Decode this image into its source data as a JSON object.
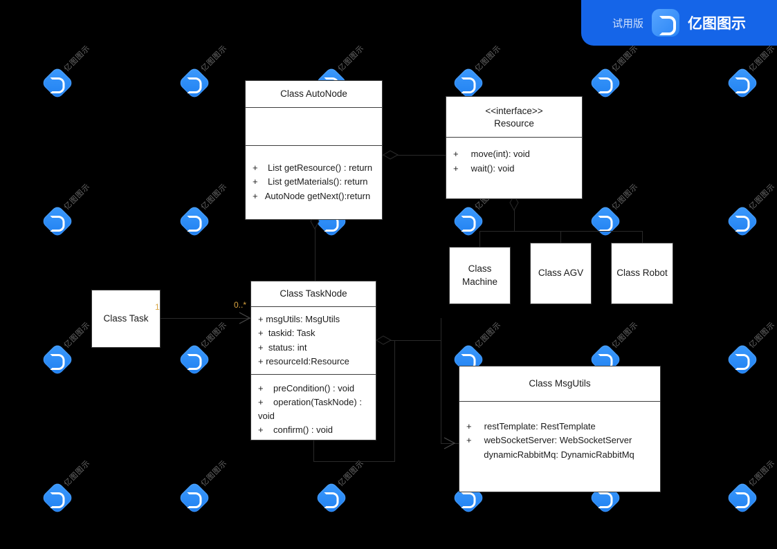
{
  "banner": {
    "trial_label": "试用版",
    "brand": "亿图图示",
    "logo_icon": "edraw-logo-icon",
    "color": "#1565e8"
  },
  "watermark": {
    "text": "亿图图示",
    "logo_icon": "edraw-watermark-icon"
  },
  "canvas": {
    "background": "#000000",
    "node_fill": "#ffffff",
    "line_color": "#2a2a2a"
  },
  "diagram": {
    "type": "uml-class-diagram",
    "nodes": [
      {
        "id": "autonode",
        "title": "Class AutoNode",
        "attributes": [],
        "methods": [
          "+    List getResource() : return",
          "+    List getMaterials(): return",
          "+   AutoNode getNext():return"
        ]
      },
      {
        "id": "resource",
        "stereotype": "<<interface>>",
        "title": "Resource",
        "methods": [
          "+     move(int): void",
          "+     wait(): void"
        ]
      },
      {
        "id": "machine",
        "title": "Class\nMachine"
      },
      {
        "id": "agv",
        "title": "Class AGV"
      },
      {
        "id": "robot",
        "title": "Class Robot"
      },
      {
        "id": "task",
        "title": "Class Task"
      },
      {
        "id": "tasknode",
        "title": "Class TaskNode",
        "attributes": [
          "+ msgUtils: MsgUtils",
          "+  taskid: Task",
          "+  status: int",
          "+ resourceId:Resource"
        ],
        "methods": [
          "+    preCondition() : void",
          "+    operation(TaskNode) :",
          "void",
          "+    confirm() : void"
        ]
      },
      {
        "id": "msgutils",
        "title": "Class MsgUtils",
        "attributes": [
          "+     restTemplate: RestTemplate",
          "+     webSocketServer: WebSocketServer",
          "       dynamicRabbitMq: DynamicRabbitMq"
        ]
      }
    ],
    "edges": [
      {
        "from": "autonode",
        "to": "resource",
        "kind": "aggregation"
      },
      {
        "from": "autonode",
        "to": "tasknode",
        "kind": "aggregation"
      },
      {
        "from": "resource",
        "to": "machine",
        "kind": "generalization"
      },
      {
        "from": "resource",
        "to": "agv",
        "kind": "generalization"
      },
      {
        "from": "resource",
        "to": "robot",
        "kind": "generalization"
      },
      {
        "from": "task",
        "to": "tasknode",
        "kind": "association",
        "source_multiplicity": "1",
        "target_multiplicity": "0..*"
      },
      {
        "from": "tasknode",
        "to": "msgutils",
        "kind": "aggregation"
      }
    ]
  }
}
